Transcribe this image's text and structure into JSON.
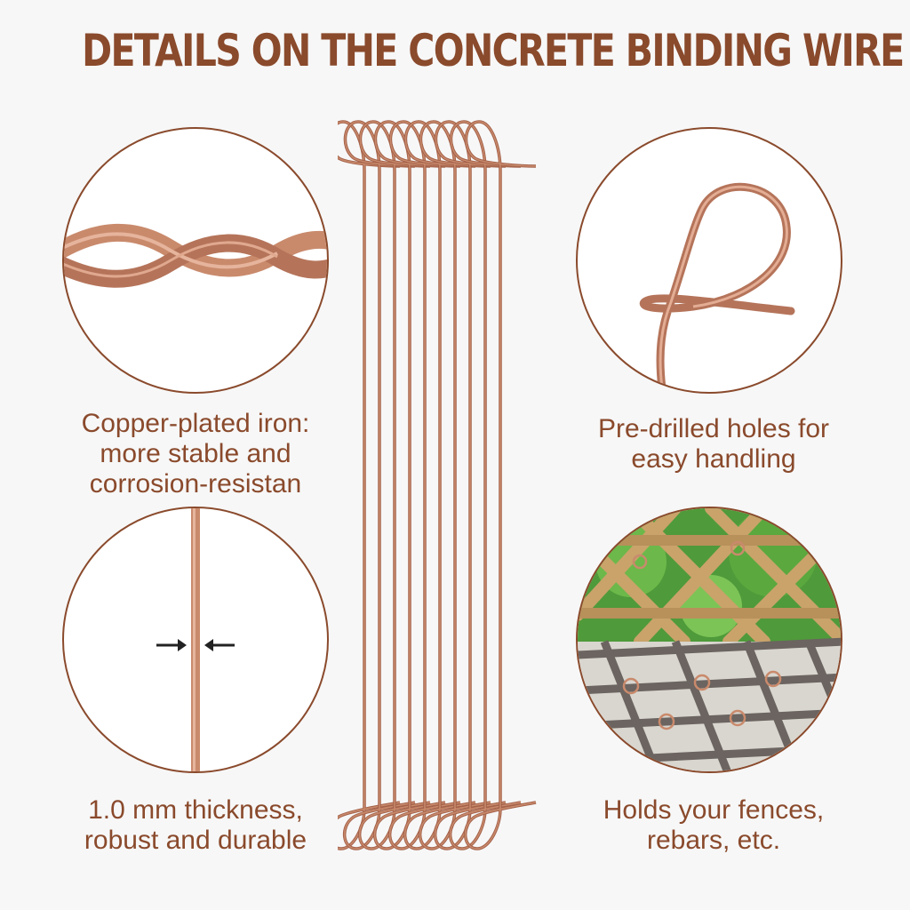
{
  "title": "DETAILS ON THE CONCRETE BINDING WIRE",
  "colors": {
    "brand": "#8a4a2c",
    "copper": "#c98a6c",
    "copper_dark": "#a4624a",
    "background": "#f7f7f7"
  },
  "features": [
    {
      "icon": "twisted-wire-icon",
      "caption_lines": [
        "Copper-plated iron:",
        "more stable and",
        "corrosion-resistan"
      ]
    },
    {
      "icon": "wire-loop-icon",
      "caption_lines": [
        "Pre-drilled holes for",
        "easy handling"
      ]
    },
    {
      "icon": "wire-thickness-icon",
      "caption_lines": [
        "1.0 mm thickness,",
        "robust and durable"
      ]
    },
    {
      "icon": "fence-rebar-photo",
      "caption_lines": [
        "Holds your fences,",
        "rebars, etc."
      ]
    }
  ]
}
